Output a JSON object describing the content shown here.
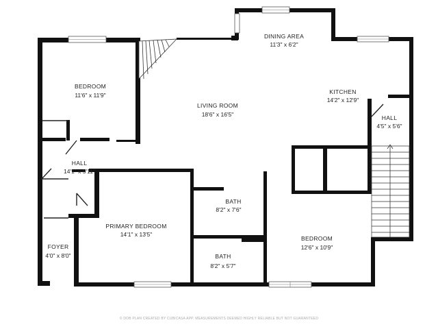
{
  "rooms": {
    "dining_area": {
      "name": "DINING AREA",
      "dims": "11'3\" x 6'2\""
    },
    "bedroom_nw": {
      "name": "BEDROOM",
      "dims": "11'6\" x 11'9\""
    },
    "living_room": {
      "name": "LIVING ROOM",
      "dims": "18'6\" x 16'5\""
    },
    "kitchen": {
      "name": "KITCHEN",
      "dims": "14'2\" x 12'9\""
    },
    "hall_east": {
      "name": "HALL",
      "dims": "4'5\" x 5'6\""
    },
    "hall_west": {
      "name": "HALL",
      "dims": "14'1\" x 5'11\""
    },
    "bath_upper": {
      "name": "BATH",
      "dims": "8'2\" x 7'6\""
    },
    "primary_bedroom": {
      "name": "PRIMARY BEDROOM",
      "dims": "14'1\" x 13'5\""
    },
    "foyer": {
      "name": "FOYER",
      "dims": "4'0\" x 8'0\""
    },
    "bath_lower": {
      "name": "BATH",
      "dims": "8'2\" x 5'7\""
    },
    "bedroom_se": {
      "name": "BEDROOM",
      "dims": "12'6\" x 10'9\""
    }
  },
  "footer": "© DOB PLAN CREATED BY CUBICASA APP. MEASUREMENTS DEEMED HIGHLY RELIABLE BUT NOT GUARANTEED"
}
